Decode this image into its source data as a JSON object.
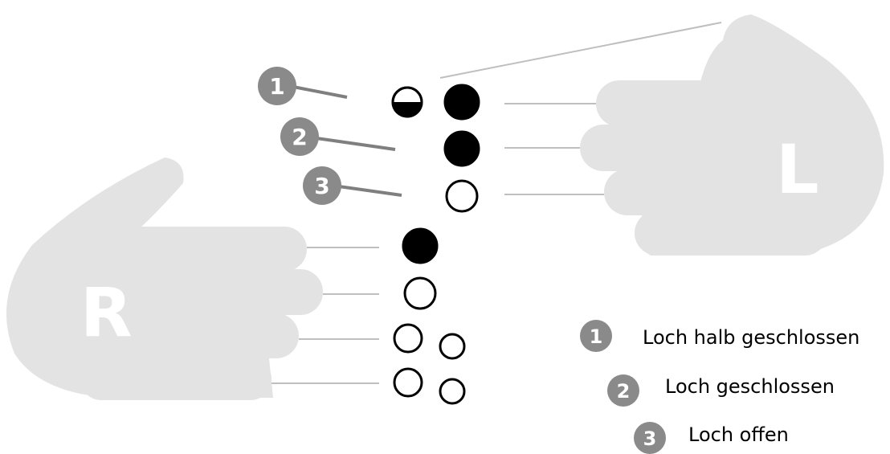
{
  "colors": {
    "hand": "#e3e3e3",
    "line": "#bfbfbf",
    "badge": "#8a8a8a",
    "pointer": "#7f7f7f",
    "hole_stroke": "#000000",
    "hole_fill_closed": "#000000",
    "hole_fill_open": "#ffffff",
    "text": "#000000"
  },
  "hands": {
    "left": {
      "letter": "L"
    },
    "right": {
      "letter": "R"
    }
  },
  "holes": [
    {
      "id": "thumb",
      "state": "half-closed"
    },
    {
      "id": "left-1",
      "state": "closed"
    },
    {
      "id": "left-2",
      "state": "closed"
    },
    {
      "id": "left-3",
      "state": "open"
    },
    {
      "id": "right-1",
      "state": "closed"
    },
    {
      "id": "right-2",
      "state": "open"
    },
    {
      "id": "right-3a",
      "state": "open"
    },
    {
      "id": "right-3b",
      "state": "open"
    },
    {
      "id": "right-4a",
      "state": "open"
    },
    {
      "id": "right-4b",
      "state": "open"
    }
  ],
  "markers": [
    {
      "number": "1",
      "points_to": "half-closed"
    },
    {
      "number": "2",
      "points_to": "closed"
    },
    {
      "number": "3",
      "points_to": "open"
    }
  ],
  "legend": [
    {
      "number": "1",
      "label": "Loch halb geschlossen"
    },
    {
      "number": "2",
      "label": "Loch geschlossen"
    },
    {
      "number": "3",
      "label": "Loch offen"
    }
  ]
}
